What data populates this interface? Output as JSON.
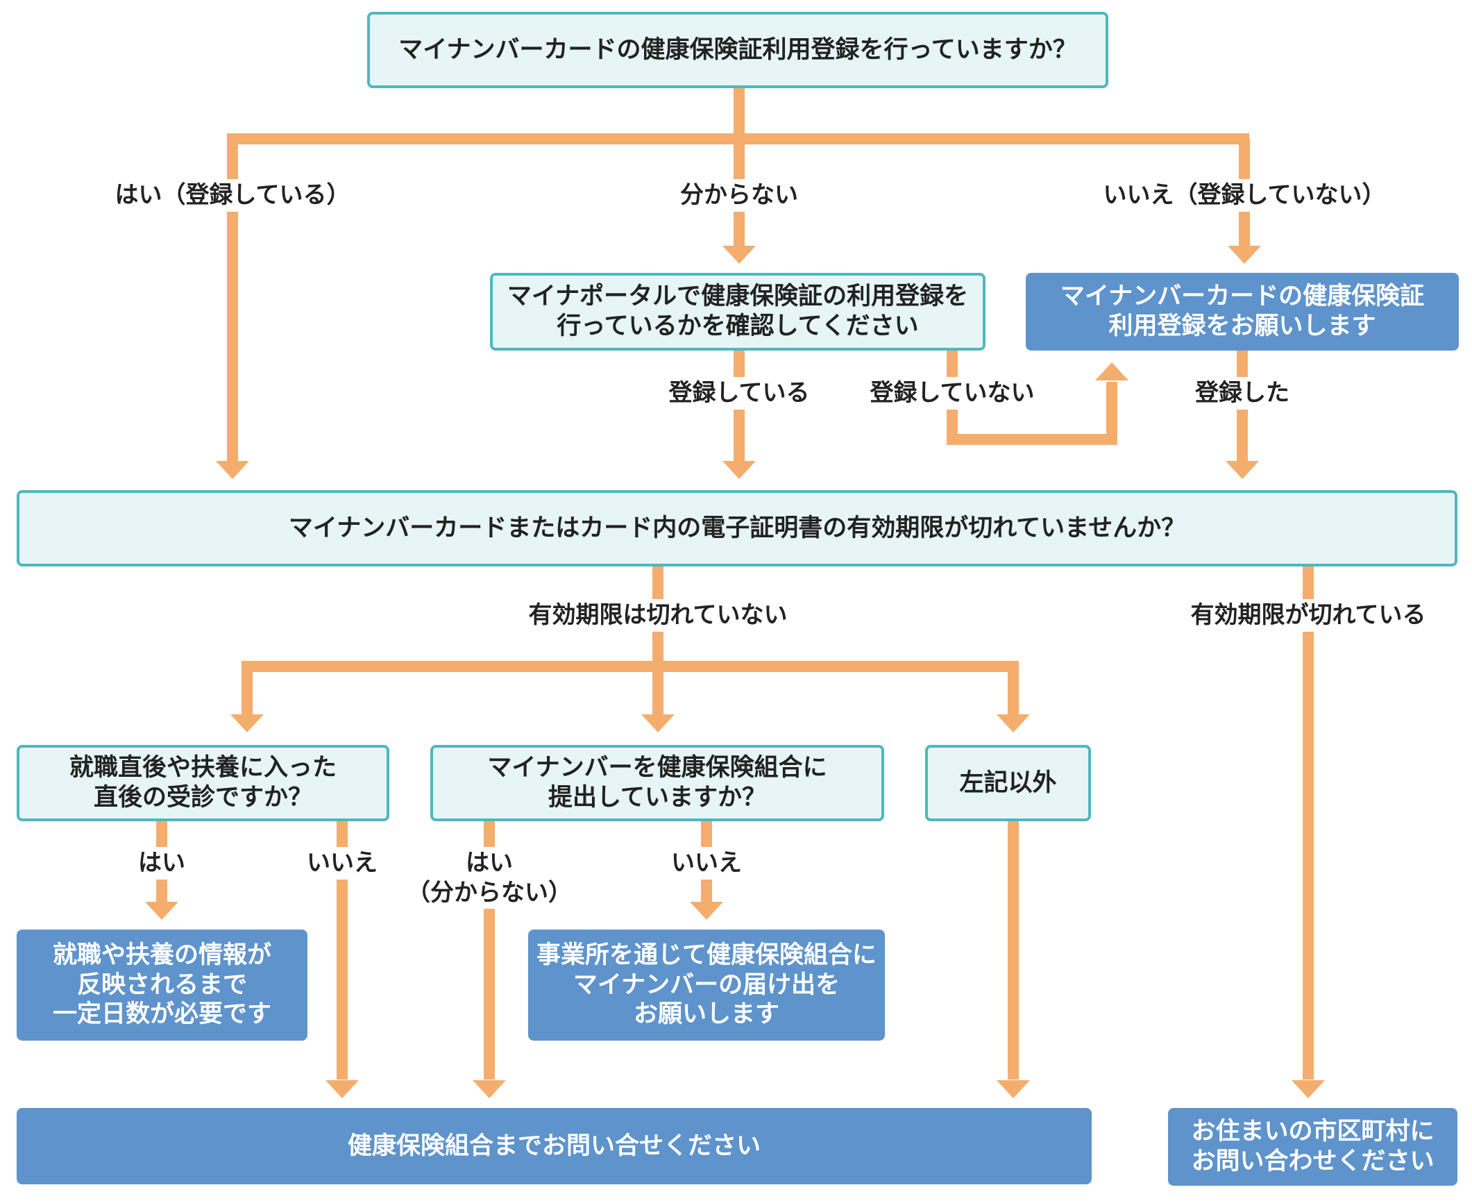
{
  "colors": {
    "arrow": "#f4ad6c",
    "question_fill": "#e7f5f7",
    "question_border": "#4fb7be",
    "action_fill": "#5e93cc",
    "action_text": "#ffffff",
    "text": "#222222"
  },
  "nodes": {
    "q_registration": "マイナンバーカードの健康保険証利用登録を行っていますか？",
    "check_portal": "マイナポータルで健康保険証の利用登録を\n行っているかを確認してください",
    "request_registration": "マイナンバーカードの健康保険証\n利用登録をお願いします",
    "q_expiry": "マイナンバーカードまたはカード内の電子証明書の有効期限が切れていませんか？",
    "q_just_employed": "就職直後や扶養に入った\n直後の受診ですか？",
    "q_submitted_number": "マイナンバーを健康保険組合に\n提出していますか？",
    "other": "左記以外",
    "wait_days": "就職や扶養の情報が\n反映されるまで\n一定日数が必要です",
    "submit_via_employer": "事業所を通じて健康保険組合に\nマイナンバーの届け出を\nお願いします",
    "contact_insurer": "健康保険組合までお問い合せください",
    "contact_municipality": "お住まいの市区町村に\nお問い合わせください"
  },
  "labels": {
    "yes_registered": "はい（登録している）",
    "unknown": "分からない",
    "no_not_registered": "いいえ（登録していない）",
    "registered": "登録している",
    "not_registered": "登録していない",
    "did_register": "登録した",
    "not_expired": "有効期限は切れていない",
    "expired": "有効期限が切れている",
    "yes_1": "はい",
    "no_1": "いいえ",
    "yes_unknown": "はい\n（分からない）",
    "no_2": "いいえ"
  }
}
